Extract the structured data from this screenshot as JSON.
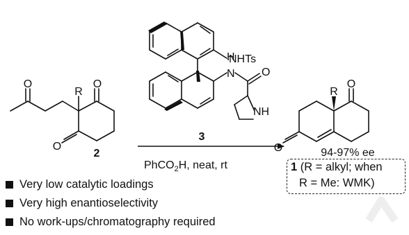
{
  "catalyst": {
    "amine_label": "NHTs",
    "amide_nh_label": "H",
    "amide_n_label": "N",
    "carbonyl_o_label": "O",
    "pyrrolidine_nh_label": "NH",
    "compound_number": "3"
  },
  "substrate": {
    "ketone_o_label": "O",
    "r_label": "R",
    "top_o_label": "O",
    "bottom_o_label": "O",
    "compound_number": "2"
  },
  "product": {
    "r_label": "R",
    "ketone_o_label": "O",
    "enone_o_label": "O",
    "ee_text": "94-97% ee"
  },
  "conditions": {
    "prefix": "PhCO",
    "subscript": "2",
    "suffix": "H, neat, rt"
  },
  "product_box": {
    "number": "1",
    "line1_rest": " (R = alkyl; when",
    "line2": "R = Me: WMK)"
  },
  "bullets": [
    "Very low catalytic loadings",
    "Very high enantioselectivity",
    "No work-ups/chromatography required"
  ],
  "colors": {
    "ink": "#111111",
    "watermark": "#eeeeee"
  }
}
